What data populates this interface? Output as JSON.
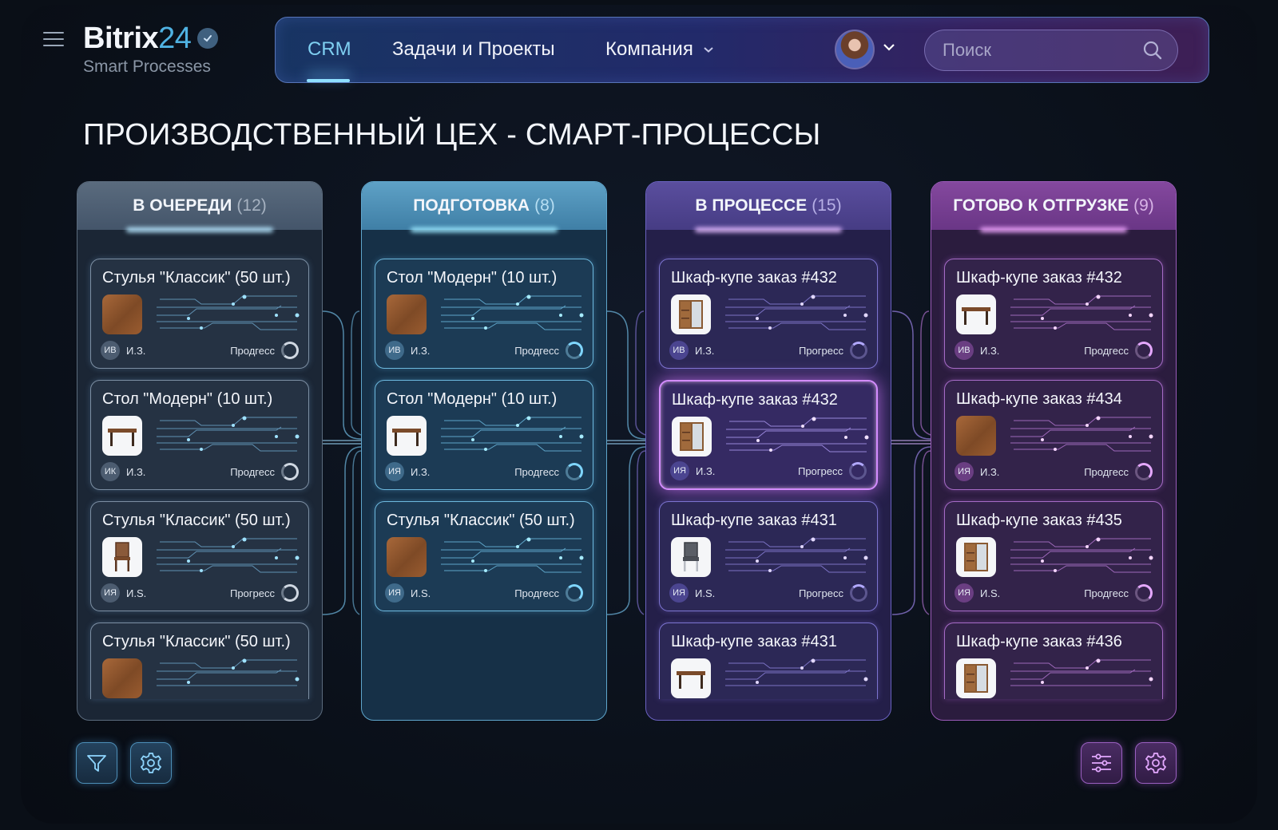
{
  "brand": {
    "name": "Bitrix",
    "number": "24",
    "subtitle": "Smart Processes"
  },
  "nav": {
    "items": [
      {
        "label": "CRM",
        "active": true
      },
      {
        "label": "Задачи и Проекты",
        "active": false
      },
      {
        "label": "Компания",
        "active": false,
        "dropdown": true
      }
    ],
    "search_placeholder": "Поиск"
  },
  "page_title": "ПРОИЗВОДСТВЕННЫЙ ЦЕХ - СМАРТ-ПРОЦЕССЫ",
  "colors": {
    "blue_accent": "#7fd0f2",
    "purple_accent": "#d38cff",
    "background": "#0a0f17"
  },
  "progress_label": "Прогресс",
  "columns": [
    {
      "title": "В ОЧЕРЕДИ",
      "count": "(12)",
      "cards": [
        {
          "title": "Стулья \"Классик\" (50 шт.)",
          "thumb": "wood-sample",
          "initials": "ИВ",
          "assignee": "И.З.",
          "progress_label": "Продгесс"
        },
        {
          "title": "Стол \"Модерн\" (10 шт.)",
          "thumb": "table",
          "initials": "ИК",
          "assignee": "И.З.",
          "progress_label": "Продгесс"
        },
        {
          "title": "Стулья \"Классик\" (50 шт.)",
          "thumb": "chair",
          "initials": "ИЯ",
          "assignee": "И.S.",
          "progress_label": "Прогресс"
        },
        {
          "title": "Стулья \"Классик\" (50 шт.)",
          "thumb": "wood-sample"
        }
      ]
    },
    {
      "title": "ПОДГОТОВКА",
      "count": "(8)",
      "cards": [
        {
          "title": "Стол \"Модерн\" (10 шт.)",
          "thumb": "wood-sample",
          "initials": "ИВ",
          "assignee": "И.З.",
          "progress_label": "Продгесс"
        },
        {
          "title": "Стол \"Модерн\" (10 шт.)",
          "thumb": "table",
          "initials": "ИЯ",
          "assignee": "И.З.",
          "progress_label": "Продгесс"
        },
        {
          "title": "Стулья \"Классик\" (50 шт.)",
          "thumb": "wood-sample",
          "initials": "ИЯ",
          "assignee": "И.S.",
          "progress_label": "Продгесс"
        }
      ]
    },
    {
      "title": "В ПРОЦЕССЕ",
      "count": "(15)",
      "cards": [
        {
          "title": "Шкаф-купе заказ #432",
          "thumb": "wardrobe",
          "initials": "ИВ",
          "assignee": "И.З.",
          "progress_label": "Прогресс"
        },
        {
          "title": "Шкаф-купе заказ #432",
          "thumb": "wardrobe",
          "initials": "ИЯ",
          "assignee": "И.З.",
          "progress_label": "Прогресс",
          "selected": true
        },
        {
          "title": "Шкаф-купе заказ #431",
          "thumb": "chair-grey",
          "initials": "ИЯ",
          "assignee": "И.S.",
          "progress_label": "Прогресс"
        },
        {
          "title": "Шкаф-купе заказ #431",
          "thumb": "table"
        }
      ]
    },
    {
      "title": "ГОТОВО К ОТГРУЗКЕ",
      "count": "(9)",
      "cards": [
        {
          "title": "Шкаф-купе заказ #432",
          "thumb": "table",
          "initials": "ИВ",
          "assignee": "И.З.",
          "progress_label": "Продгесс"
        },
        {
          "title": "Шкаф-купе заказ #434",
          "thumb": "wood-sample",
          "initials": "ИЯ",
          "assignee": "И.З.",
          "progress_label": "Продгесс"
        },
        {
          "title": "Шкаф-купе заказ #435",
          "thumb": "wardrobe",
          "initials": "ИЯ",
          "assignee": "И.S.",
          "progress_label": "Продгесс"
        },
        {
          "title": "Шкаф-купе заказ #436",
          "thumb": "wardrobe"
        }
      ]
    }
  ],
  "toolbar": {
    "left": [
      {
        "icon": "filter-icon"
      },
      {
        "icon": "gear-icon"
      }
    ],
    "right": [
      {
        "icon": "sliders-icon"
      },
      {
        "icon": "gear-icon"
      }
    ]
  }
}
